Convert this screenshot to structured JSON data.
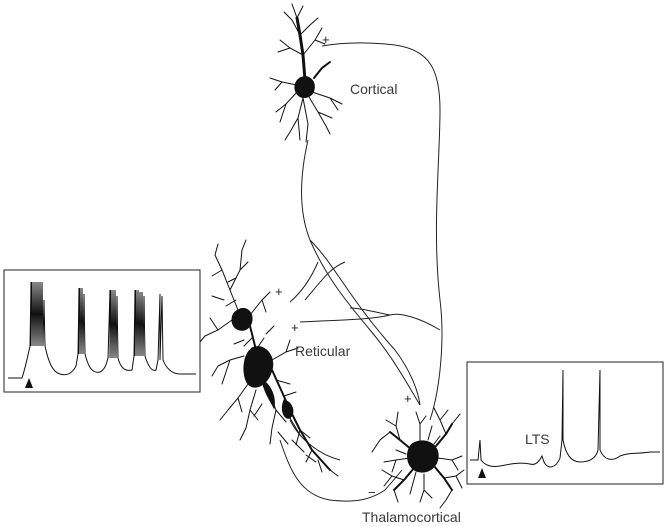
{
  "labels": {
    "cortical": "Cortical",
    "reticular": "Reticular",
    "thalamocortical": "Thalamocortical",
    "lts": "LTS"
  },
  "signs": {
    "cortex_to_thalamus": "+",
    "cortex_to_reticular": "+",
    "thalamus_to_reticular": "+",
    "thalamus_to_cortex": "+",
    "reticular_to_thalamus": "−"
  },
  "colors": {
    "ink": "#111111",
    "label": "#3a3a3a",
    "background": "#ffffff"
  }
}
